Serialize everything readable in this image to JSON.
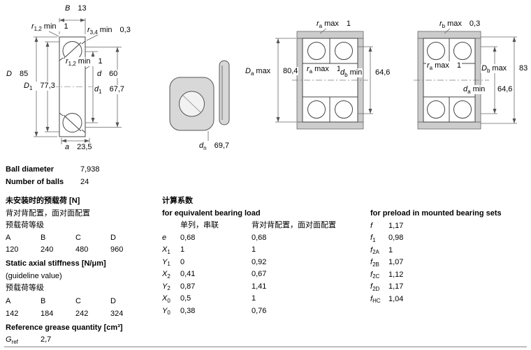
{
  "drawing": {
    "dims": {
      "B": {
        "sym": "B",
        "value": "13"
      },
      "r12_top": {
        "sym": "r",
        "sub": "1,2",
        "sfx": "min",
        "value": "1"
      },
      "r34": {
        "sym": "r",
        "sub": "3,4",
        "sfx": "min",
        "value": "0,3"
      },
      "D": {
        "sym": "D",
        "value": "85"
      },
      "D1": {
        "sym": "D",
        "sub": "1",
        "value": "77,3"
      },
      "r12_mid": {
        "sym": "r",
        "sub": "1,2",
        "sfx": "min",
        "value": "1"
      },
      "d": {
        "sym": "d",
        "value": "60"
      },
      "d1": {
        "sym": "d",
        "sub": "1",
        "value": "67,7"
      },
      "a": {
        "sym": "a",
        "value": "23,5"
      },
      "dn": {
        "sym": "d",
        "sub": "n",
        "value": "69,7"
      },
      "ra_top": {
        "sym": "r",
        "sub": "a",
        "sfx": "max",
        "value": "1"
      },
      "Da": {
        "sym": "D",
        "sub": "a",
        "sfx": "max",
        "value": "80,4"
      },
      "ra_mid": {
        "sym": "r",
        "sub": "a",
        "sfx": "max",
        "value": "1"
      },
      "db": {
        "sym": "d",
        "sub": "b",
        "sfx": "min",
        "value": "64,6"
      },
      "rb_top": {
        "sym": "r",
        "sub": "b",
        "sfx": "max",
        "value": "0,3"
      },
      "ra_mid2": {
        "sym": "r",
        "sub": "a",
        "sfx": "max",
        "value": "1"
      },
      "Db": {
        "sym": "D",
        "sub": "b",
        "sfx": "max",
        "value": "83"
      },
      "da": {
        "sym": "d",
        "sub": "a",
        "sfx": "min",
        "value": "64,6"
      }
    }
  },
  "specs": {
    "ball_diameter_label": "Ball diameter",
    "ball_diameter": "7,938",
    "number_of_balls_label": "Number of balls",
    "number_of_balls": "24"
  },
  "preload_unmounted": {
    "title": "未安装时的预载荷 [N]",
    "subtitle": "背对背配置，面对面配置",
    "class_label": "预载荷等级",
    "headers": [
      "A",
      "B",
      "C",
      "D"
    ],
    "values": [
      "120",
      "240",
      "480",
      "960"
    ]
  },
  "stiffness": {
    "title": "Static axial stiffness [N/μm]",
    "note": "(guideline value)",
    "class_label": "预载荷等级",
    "headers": [
      "A",
      "B",
      "C",
      "D"
    ],
    "values": [
      "142",
      "184",
      "242",
      "324"
    ]
  },
  "grease": {
    "title": "Reference grease quantity [cm³]",
    "symbol": "G",
    "symbol_sub": "ref",
    "value": "2,7"
  },
  "calc_factors": {
    "title": "计算系数",
    "subtitle": "for equivalent bearing load",
    "col1": "单列，串联",
    "col2": "背对背配置，面对面配置",
    "rows": [
      {
        "sym": "e",
        "v1": "0,68",
        "v2": "0,68"
      },
      {
        "sym": "X",
        "sub": "1",
        "v1": "1",
        "v2": "1"
      },
      {
        "sym": "Y",
        "sub": "1",
        "v1": "0",
        "v2": "0,92"
      },
      {
        "sym": "X",
        "sub": "2",
        "v1": "0,41",
        "v2": "0,67"
      },
      {
        "sym": "Y",
        "sub": "2",
        "v1": "0,87",
        "v2": "1,41"
      },
      {
        "sym": "X",
        "sub": "0",
        "v1": "0,5",
        "v2": "1"
      },
      {
        "sym": "Y",
        "sub": "0",
        "v1": "0,38",
        "v2": "0,76"
      }
    ]
  },
  "preload_factors": {
    "title": "for preload in mounted bearing sets",
    "rows": [
      {
        "sym": "f",
        "value": "1,17"
      },
      {
        "sym": "f",
        "sub": "1",
        "value": "0,98"
      },
      {
        "sym": "f",
        "sub": "2A",
        "value": "1"
      },
      {
        "sym": "f",
        "sub": "2B",
        "value": "1,07"
      },
      {
        "sym": "f",
        "sub": "2C",
        "value": "1,12"
      },
      {
        "sym": "f",
        "sub": "2D",
        "value": "1,17"
      },
      {
        "sym": "f",
        "sub": "HC",
        "value": "1,04"
      }
    ]
  }
}
